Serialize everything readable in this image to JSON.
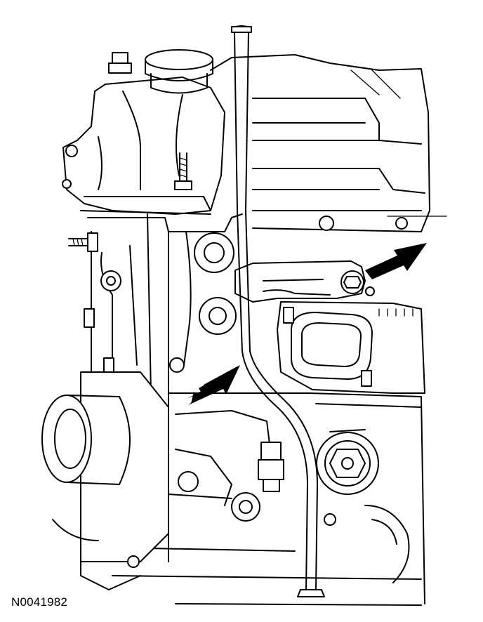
{
  "figure": {
    "id_label": "N0041982",
    "icons": [
      "engine-block-illustration",
      "dipstick-tube",
      "arrow-pointer",
      "callout-leader-line"
    ],
    "colors": {
      "line": "#000000",
      "background": "#ffffff"
    }
  }
}
